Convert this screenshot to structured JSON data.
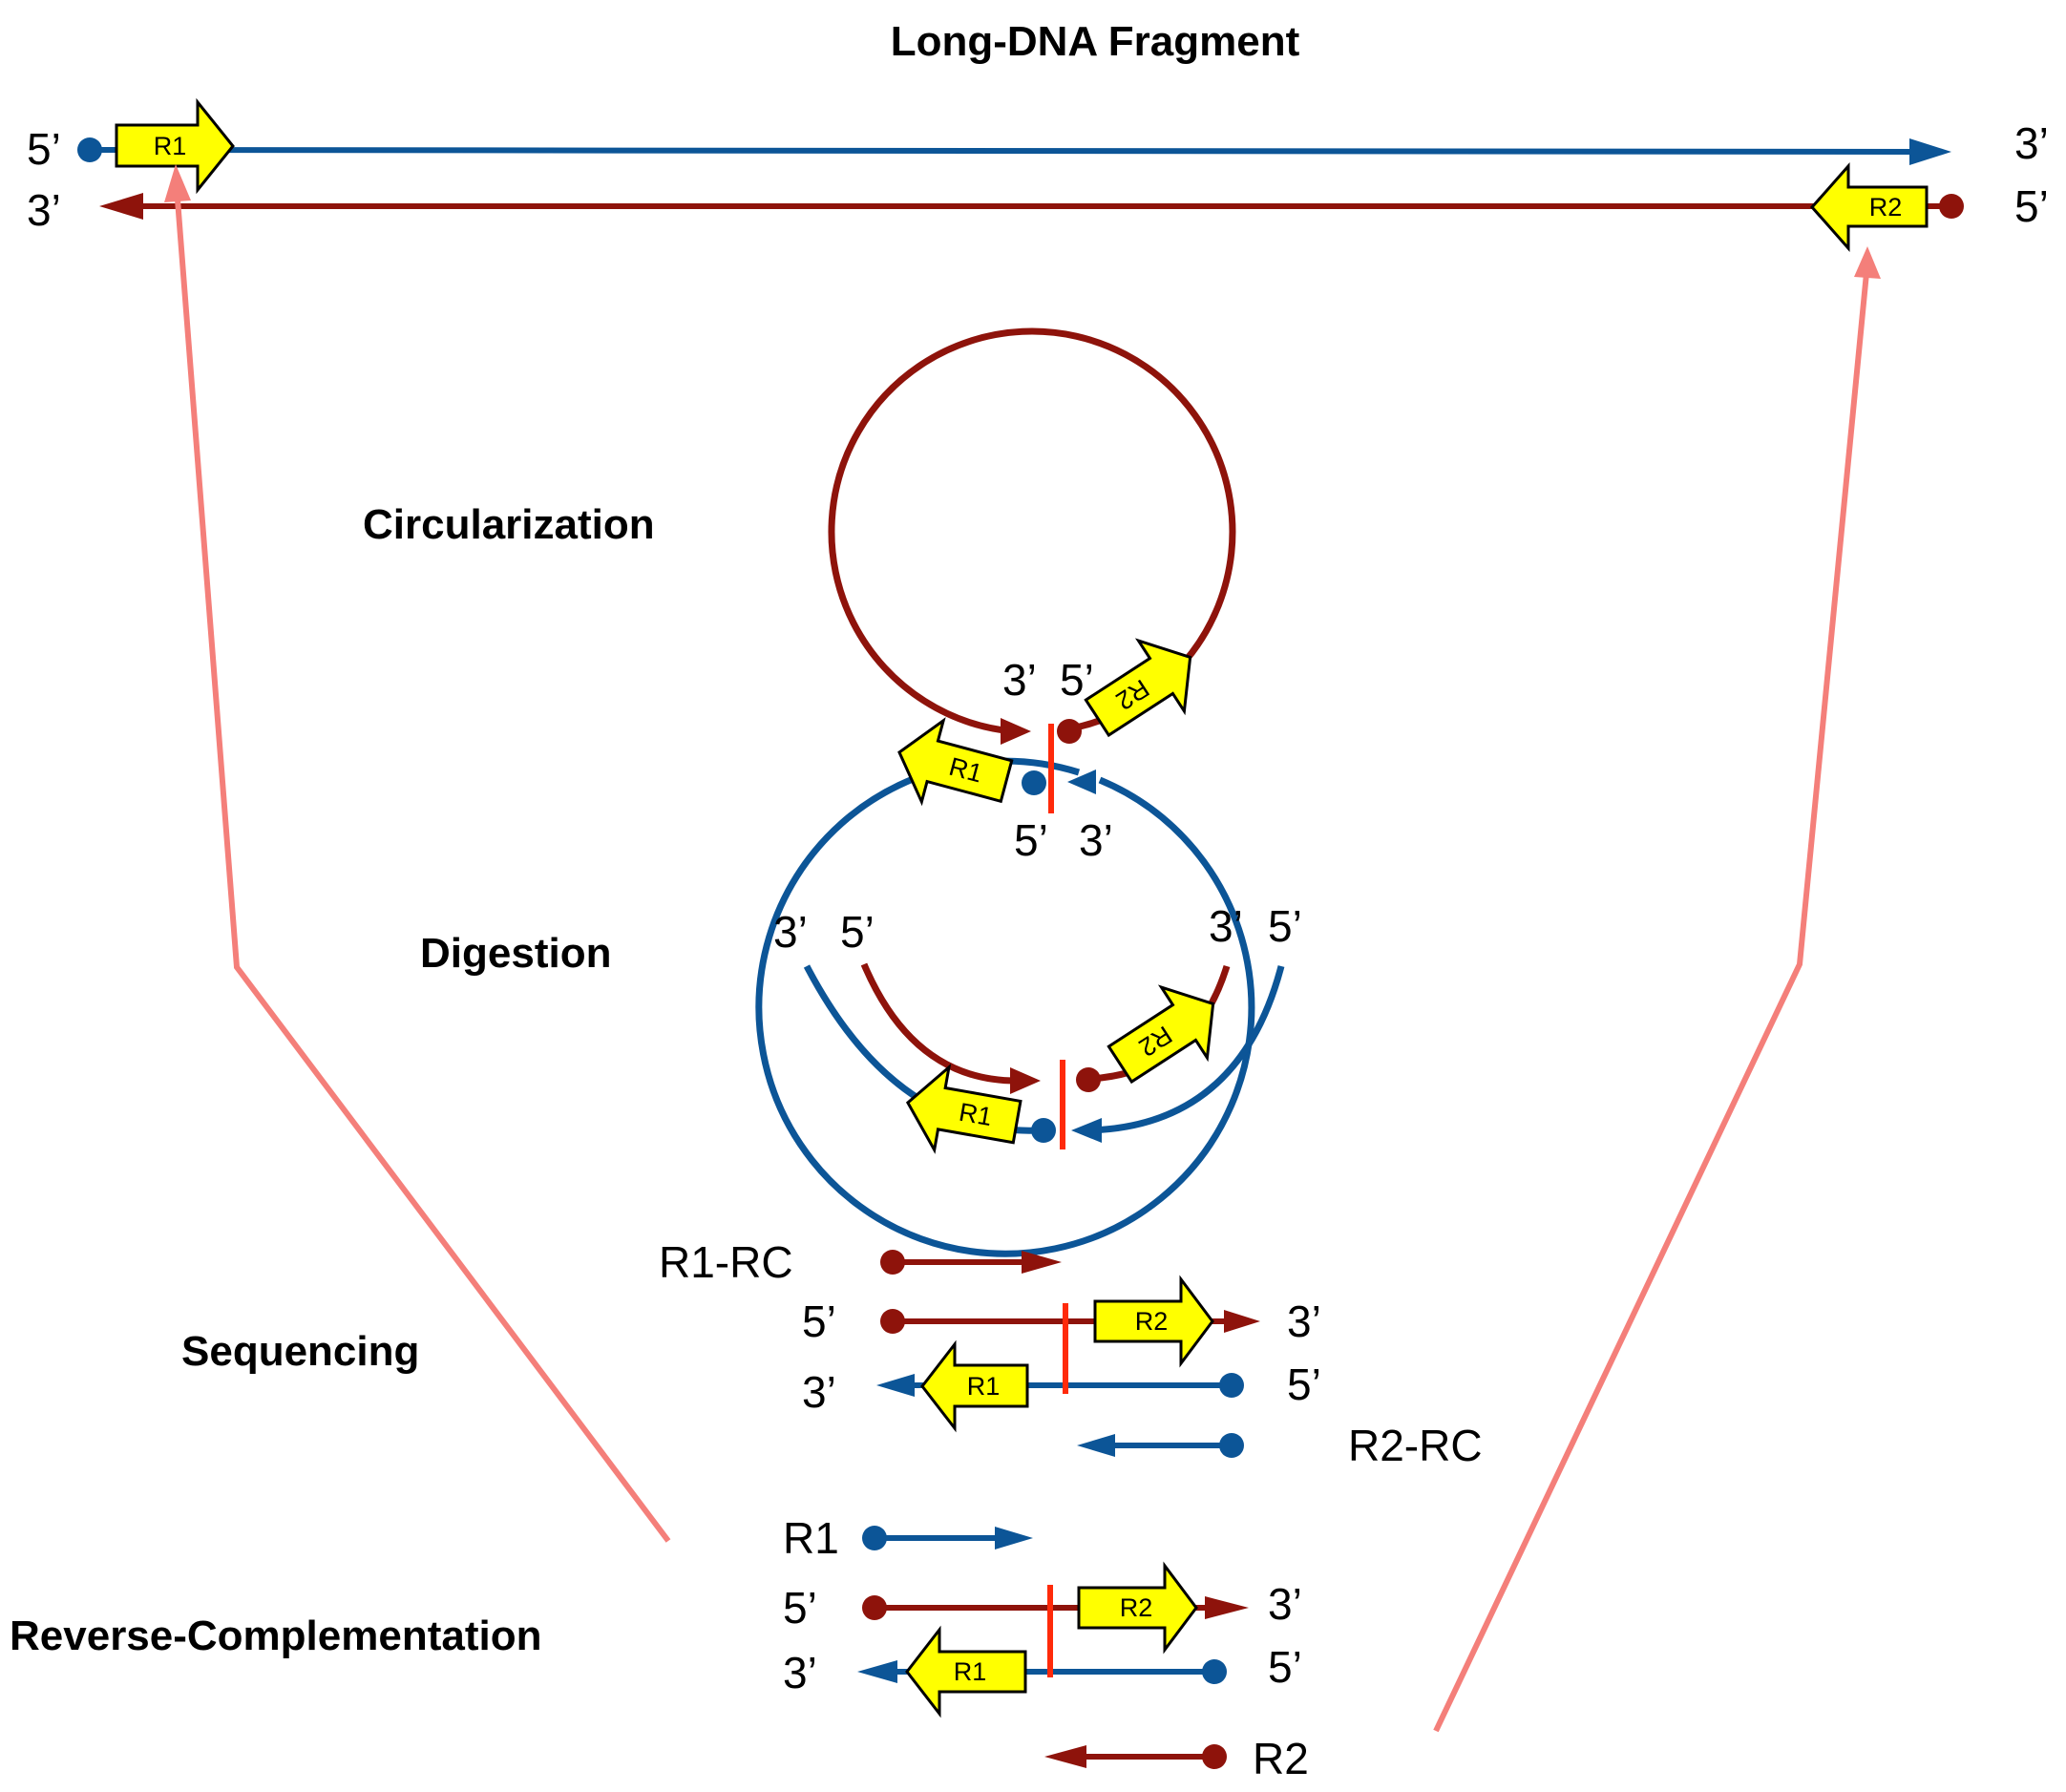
{
  "colors": {
    "blue": "#0c5597",
    "red": "#8e130b",
    "cut": "#ff2a0a",
    "link": "#f47f7a",
    "primer_fill": "#ffff00",
    "primer_stroke": "#000000"
  },
  "sections": {
    "long_fragment": "Long-DNA Fragment",
    "circularization": "Circularization",
    "digestion": "Digestion",
    "sequencing": "Sequencing",
    "reverse_complementation": "Reverse-Complementation"
  },
  "ends": {
    "five": "5’",
    "three": "3’"
  },
  "primers": {
    "r1": "R1",
    "r2": "R2"
  },
  "reads": {
    "r1_rc": "R1-RC",
    "r2_rc": "R2-RC",
    "r1": "R1",
    "r2": "R2"
  }
}
